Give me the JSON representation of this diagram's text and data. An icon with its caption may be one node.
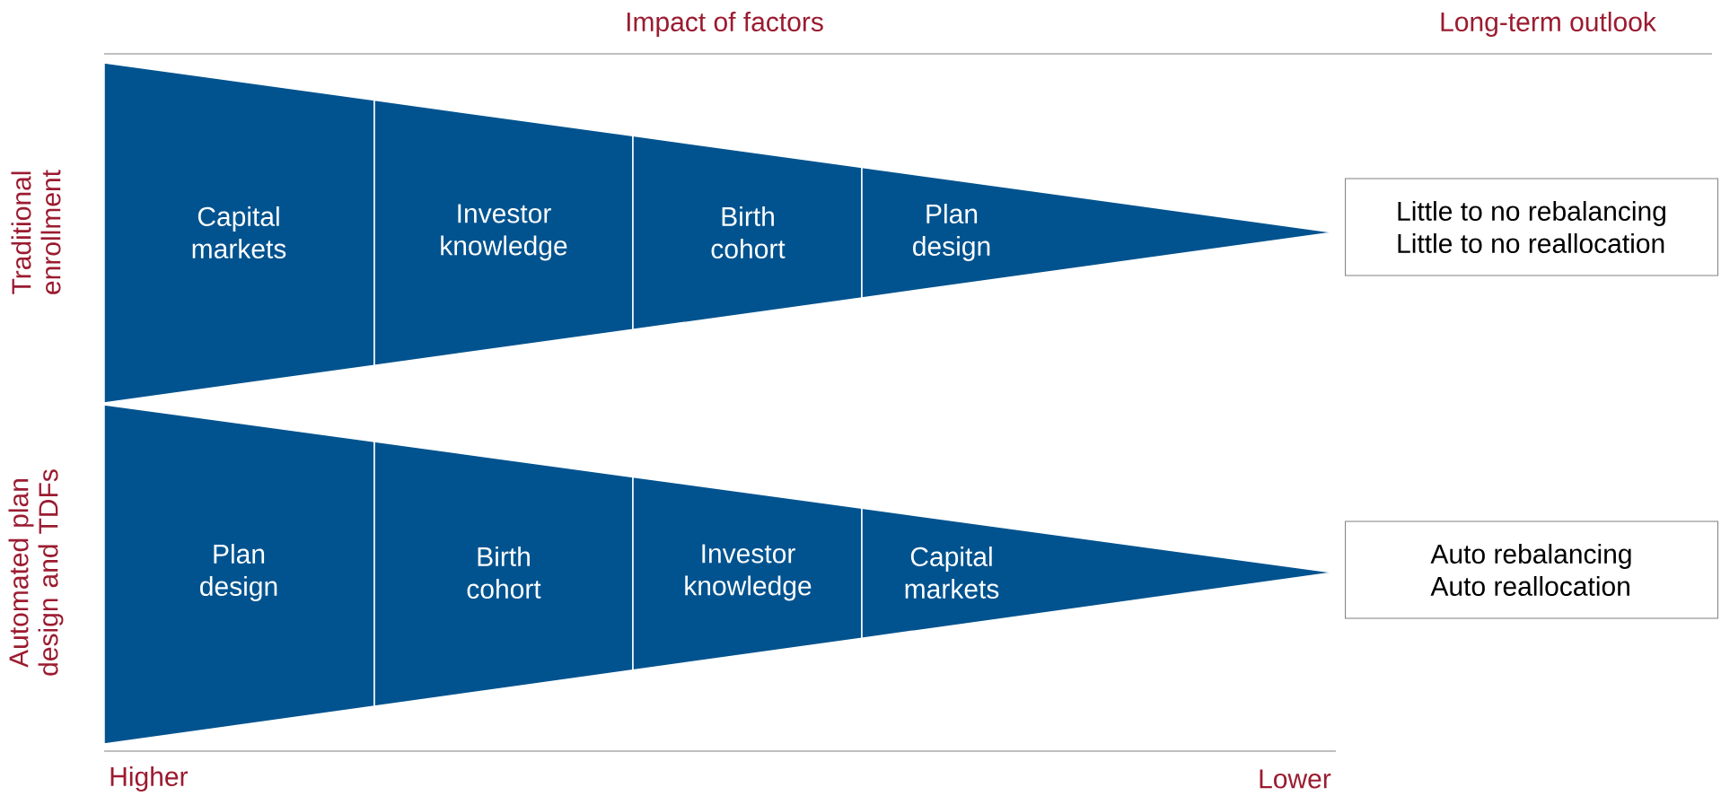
{
  "diagram": {
    "nodes": [
      {
        "text": [
          "Capital markets"
        ]
      },
      {
        "text": [
          "Investor knowledge"
        ]
      },
      {
        "text": [
          "Birth cohort"
        ]
      },
      {
        "text": [
          "Plan design"
        ]
      },
      {
        "text": [
          "Little to no rebalancing",
          "Little to no reallocation"
        ]
      },
      {
        "text": [
          "Plan design"
        ]
      },
      {
        "text": [
          "Birth cohort"
        ]
      },
      {
        "text": [
          "Investor knowledge"
        ]
      },
      {
        "text": [
          "Capital markets"
        ]
      },
      {
        "text": [
          "Auto rebalancing",
          "Auto reallocation"
        ]
      }
    ],
    "labels": [
      "Impact of factors",
      "Long-term outlook",
      "Traditional enrollment",
      "Automated plan design and TDFs",
      "Higher",
      "Lower"
    ]
  }
}
